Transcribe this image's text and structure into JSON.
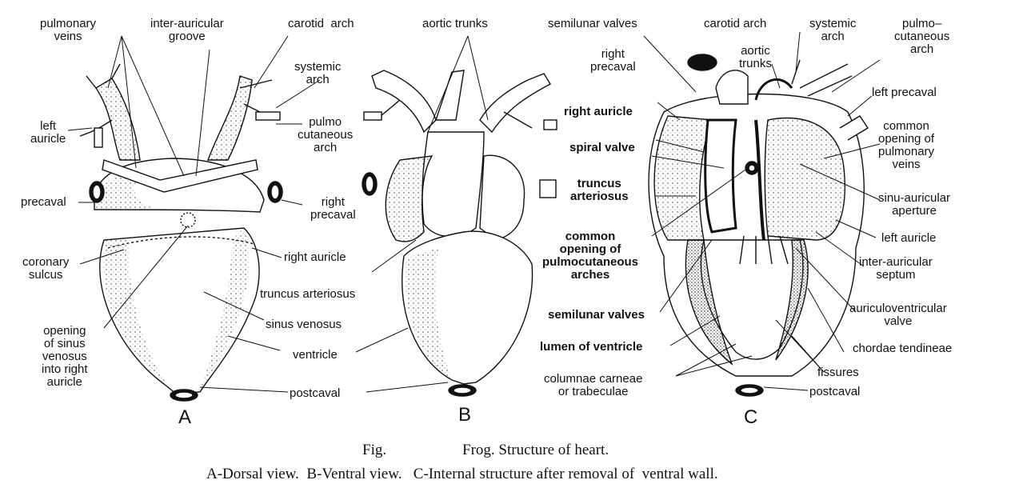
{
  "figure": {
    "caption_line1_prefix": "Fig.",
    "caption_line1_title": "Frog. Structure of heart.",
    "caption_line2": "A-Dorsal view.  B-Ventral view.   C-Internal structure after removal of  ventral wall.",
    "panels": [
      "A",
      "B",
      "C"
    ]
  },
  "labels_a": {
    "pulmonary_veins": "pulmonary\nveins",
    "inter_auricular_groove": "inter-auricular\ngroove",
    "carotid_arch": "carotid  arch",
    "systemic_arch": "systemic\narch",
    "pulmo_cutaneous_arch": "pulmo\ncutaneous\narch",
    "left_auricle": "left\nauricle",
    "precaval": "precaval",
    "right_precaval": "right\nprecaval",
    "coronary_sulcus": "coronary\nsulcus",
    "right_auricle": "right auricle",
    "opening_sinus": "opening\nof sinus\nvenosus\ninto right\nauricle",
    "sinus_venosus": "sinus venosus",
    "ventricle": "ventricle",
    "postcaval": "postcaval"
  },
  "labels_b": {
    "aortic_trunks": "aortic trunks",
    "truncus_arteriosus": "truncus arteriosus"
  },
  "labels_c": {
    "semilunar_valves_top": "semilunar valves",
    "carotid_arch": "carotid arch",
    "systemic_arch": "systemic\narch",
    "pulmo_cutaneous_arch": "pulmo–\ncutaneous\narch",
    "right_precaval": "right\nprecaval",
    "aortic_trunks": "aortic\ntrunks",
    "left_precaval": "left precaval",
    "right_auricle": "right auricle",
    "common_opening_pulmonary": "common\nopening of\npulmonary\nveins",
    "spiral_valve": "spiral valve",
    "truncus_arteriosus": "truncus\narteriosus",
    "sinu_auricular": "sinu-auricular\naperture",
    "common_opening_pulmocutaneous": "common\nopening of\npulmocutaneous\narches",
    "left_auricle": "left auricle",
    "inter_auricular_septum": "inter-auricular\nseptum",
    "semilunar_valves_bottom": "semilunar valves",
    "auriculoventricular_valve": "auriculoventricular\nvalve",
    "lumen_ventricle": "lumen of ventricle",
    "chordae_tendineae": "chordae tendineae",
    "fissures": "fissures",
    "columnae_carneae": "columnae carneae\nor trabeculae",
    "postcaval": "postcaval"
  }
}
